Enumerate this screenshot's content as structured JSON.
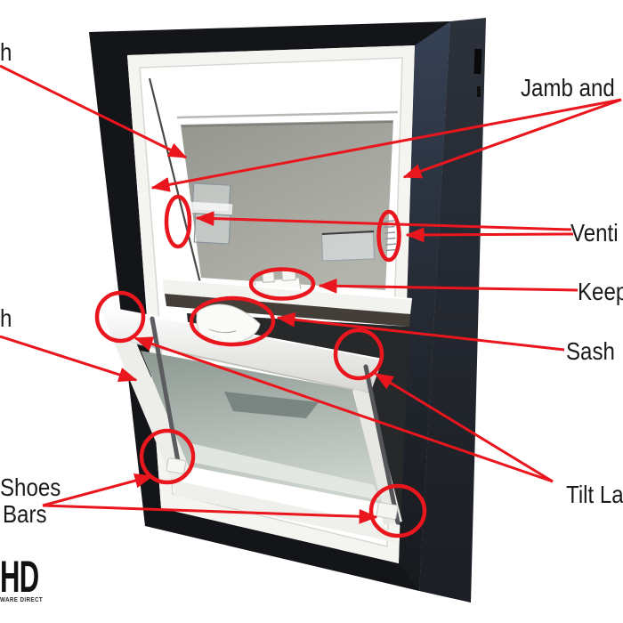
{
  "diagram": {
    "labels": {
      "top_sash_partial": "h",
      "jamb": "Jamb and",
      "ventilation": "Venti",
      "keeper": "Keep",
      "sash_lock": "Sash",
      "bottom_sash_partial": "h",
      "pivot_shoes": "Shoes",
      "tilt_bars": "Bars",
      "tilt_latches": "Tilt La"
    },
    "logo": {
      "main": "HD",
      "sub": "WARE DIRECT"
    },
    "colors": {
      "annotation_red": "#e9161d",
      "label_text": "#1a1a1a",
      "frame_black": "#141518"
    }
  }
}
